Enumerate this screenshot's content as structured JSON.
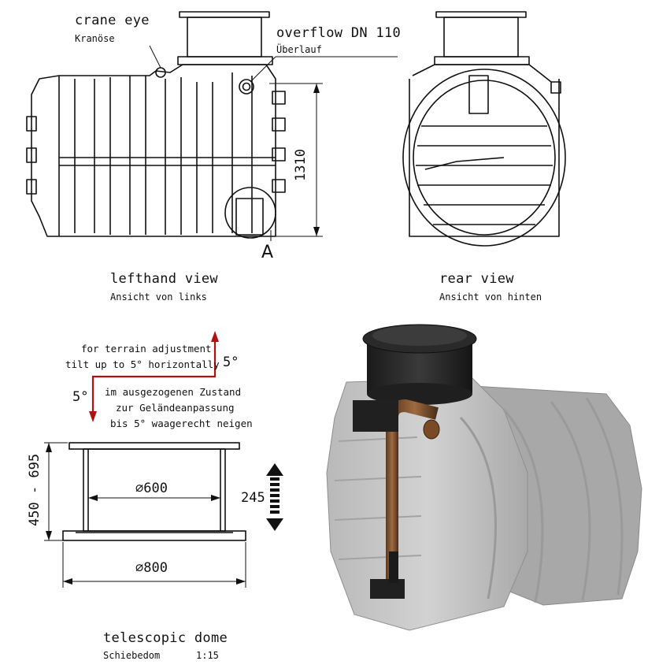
{
  "top_left": {
    "crane_eye_en": "crane eye",
    "crane_eye_de": "Kranöse",
    "overflow_en": "overflow DN  110",
    "overflow_de": "Überlauf",
    "height_dim": "1310",
    "detail_letter": "A",
    "view_en": "lefthand view",
    "view_de": "Ansicht von links"
  },
  "top_right": {
    "view_en": "rear view",
    "view_de": "Ansicht von hinten"
  },
  "tilt_note": {
    "en_line1": "for terrain adjustment",
    "en_line2": "tilt up to 5° horizontally",
    "de_line1": "im ausgezogenen Zustand",
    "de_line2": "zur Geländeanpassung",
    "de_line3": "bis 5° waagerecht neigen",
    "angle_up": "5°",
    "angle_down": "5°",
    "arrow_color": "#b01010"
  },
  "dome": {
    "height_range": "450 - 695",
    "inner_diameter": "⌀600",
    "outer_diameter": "⌀800",
    "stroke": "245",
    "title_en": "telescopic dome",
    "title_de": "Schiebedom",
    "scale": "1:15"
  }
}
